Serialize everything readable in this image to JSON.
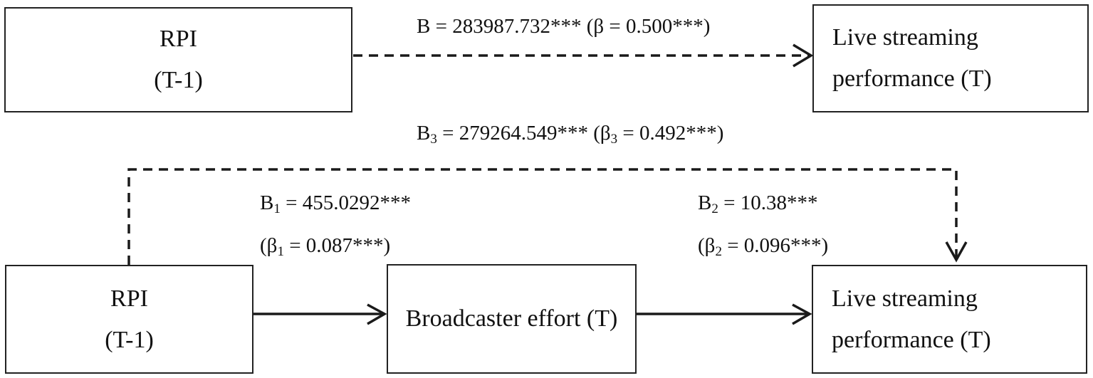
{
  "diagram": {
    "top_model": {
      "predictor": {
        "line1": "RPI",
        "line2": "(T-1)"
      },
      "outcome": {
        "line1": "Live streaming",
        "line2": "performance (T)"
      },
      "total_effect": {
        "coef_symbol": "B",
        "coef_value": "283987.732***",
        "std_symbol": "β",
        "std_value": "0.500***",
        "path_style": "dashed"
      }
    },
    "bottom_model": {
      "predictor": {
        "line1": "RPI",
        "line2": "(T-1)"
      },
      "mediator": {
        "label": "Broadcaster effort (T)"
      },
      "outcome": {
        "line1": "Live streaming",
        "line2": "performance (T)"
      },
      "path_a": {
        "coef_symbol": "B",
        "coef_sub": "1",
        "coef_value": "455.0292***",
        "std_symbol": "β",
        "std_sub": "1",
        "std_value": "0.087***",
        "path_style": "solid"
      },
      "path_b": {
        "coef_symbol": "B",
        "coef_sub": "2",
        "coef_value": "10.38***",
        "std_symbol": "β",
        "std_sub": "2",
        "std_value": "0.096***",
        "path_style": "solid"
      },
      "direct_effect": {
        "coef_symbol": "B",
        "coef_sub": "3",
        "coef_value": "279264.549***",
        "std_symbol": "β",
        "std_sub": "3",
        "std_value": "0.492***",
        "path_style": "dashed"
      }
    },
    "colors": {
      "line": "#1a1a1a",
      "box_border": "#222222",
      "background": "#ffffff"
    }
  }
}
